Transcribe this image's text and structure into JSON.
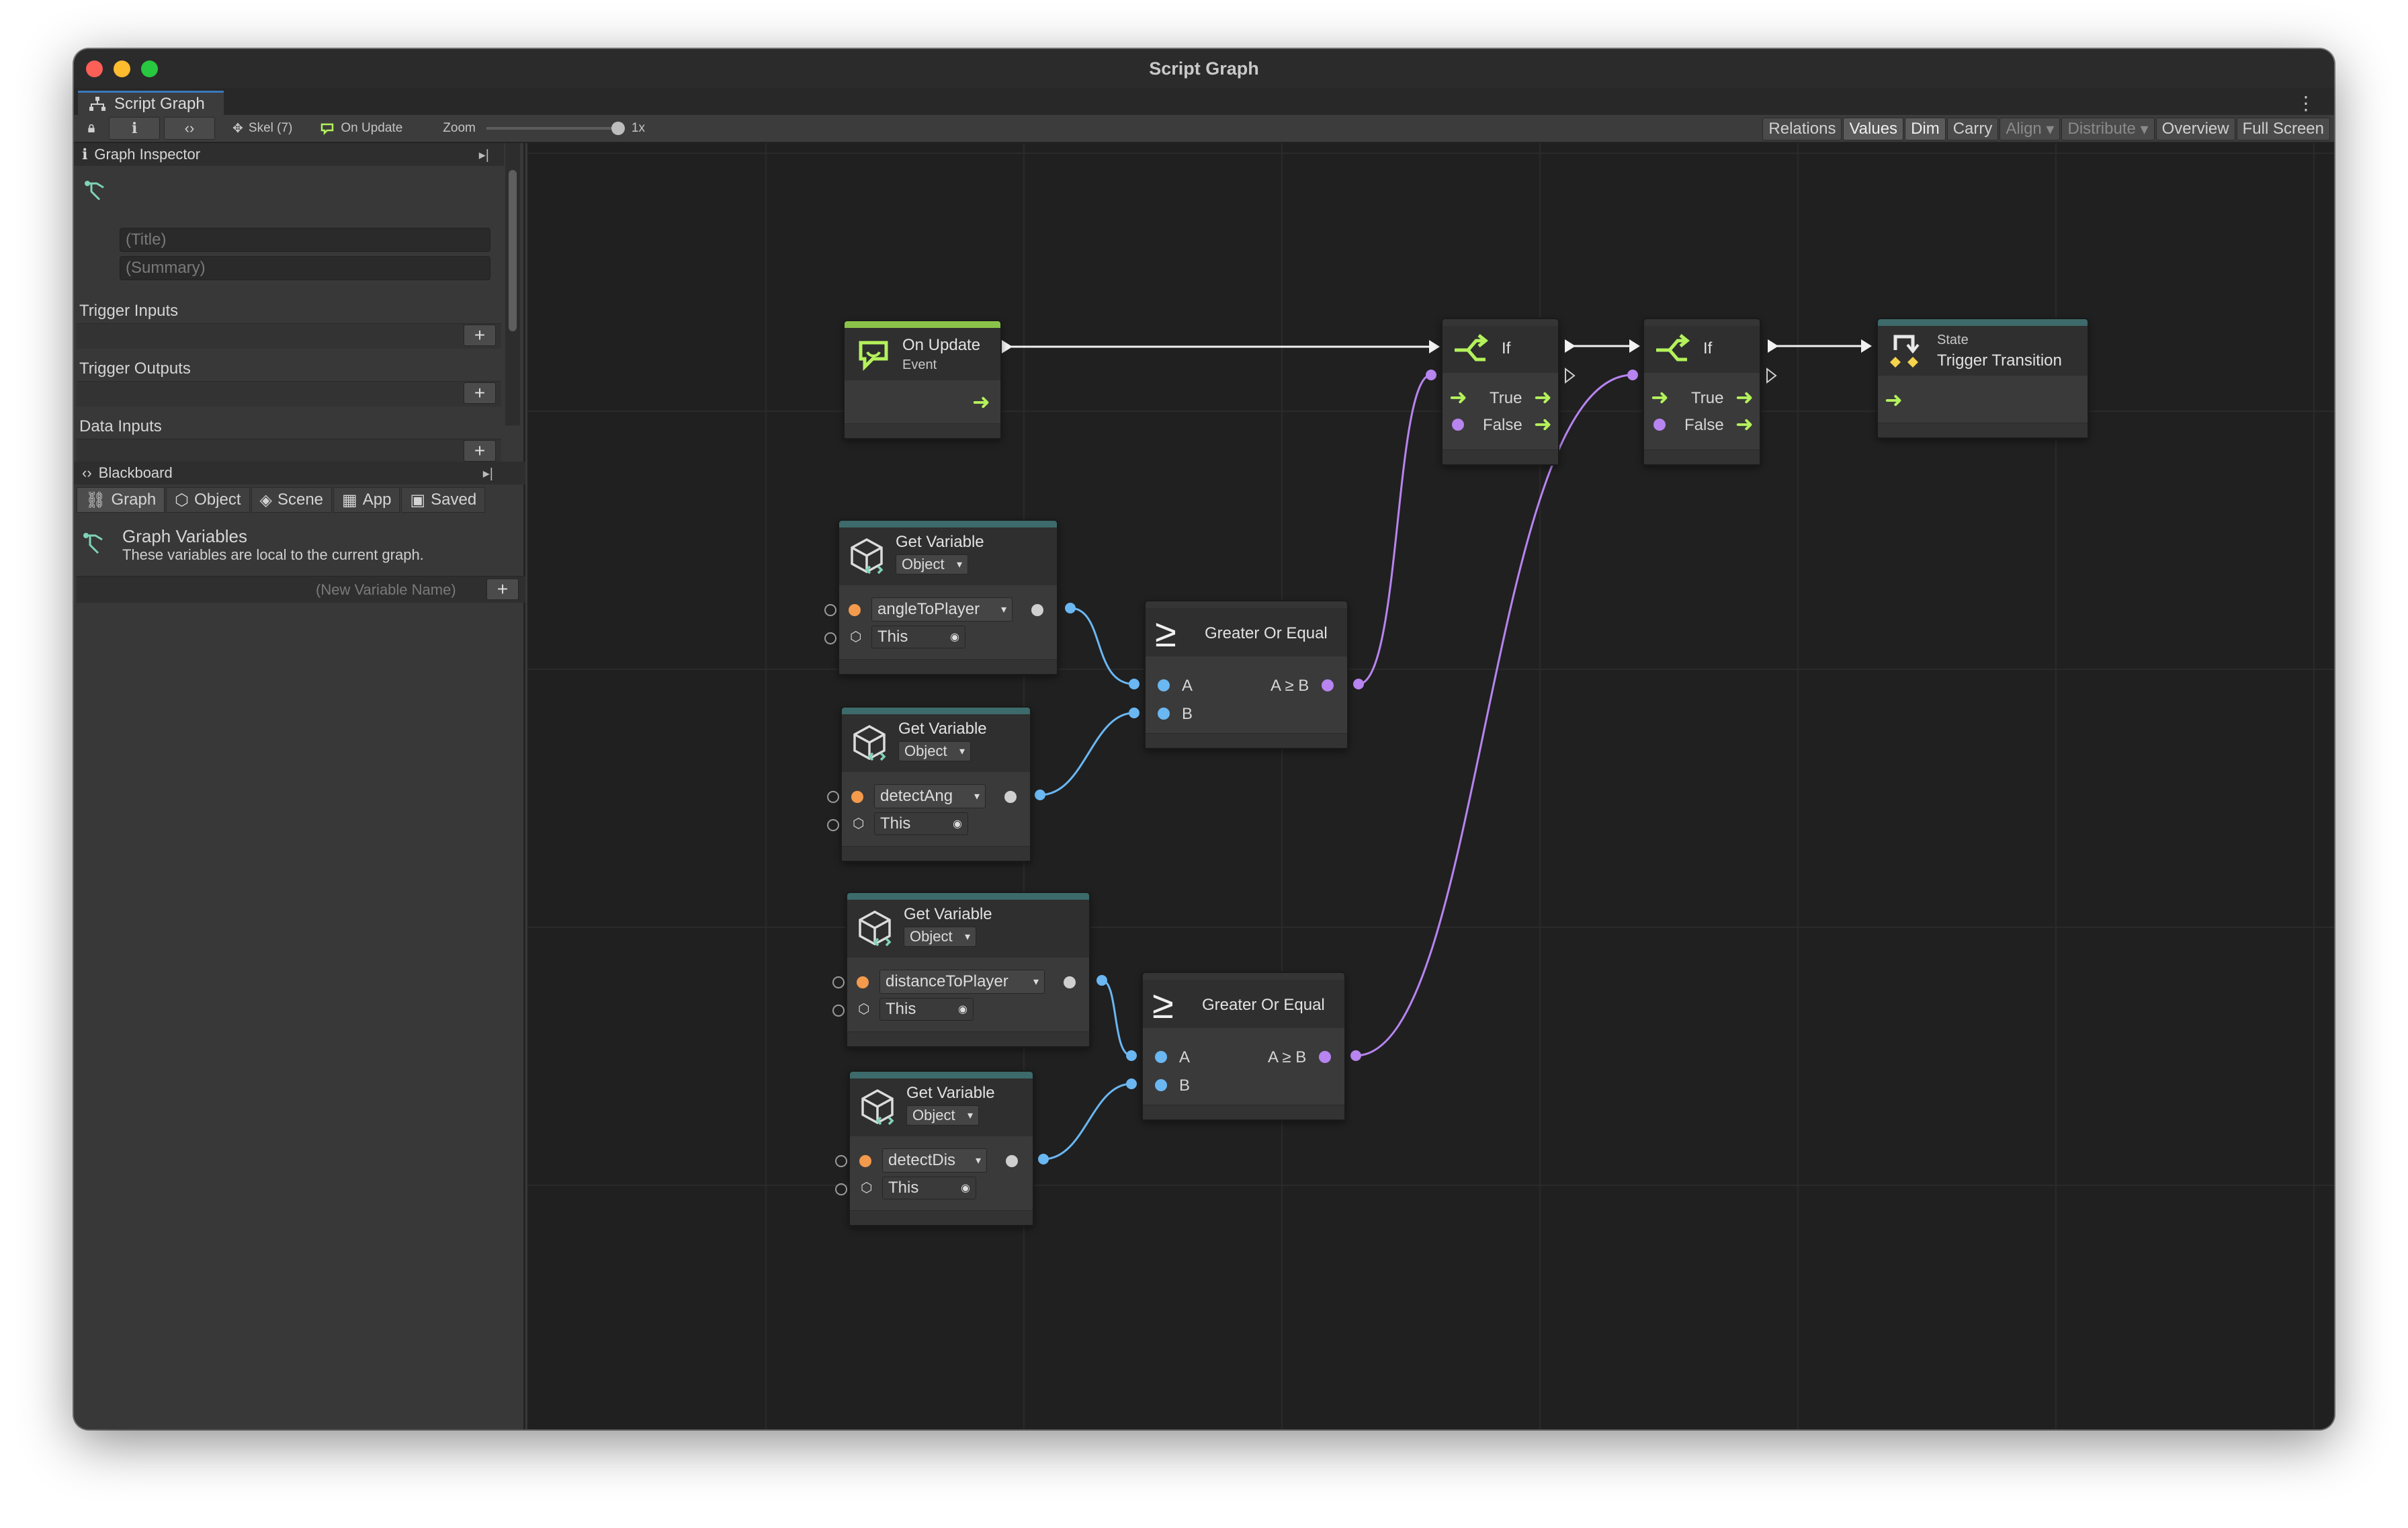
{
  "window": {
    "title": "Script Graph"
  },
  "tab": {
    "label": "Script Graph"
  },
  "toolbar": {
    "skel": "Skel (7)",
    "on_update": "On Update",
    "zoom_label": "Zoom",
    "zoom_value": "1x",
    "zoom_level": 1.0,
    "right": {
      "relations": "Relations",
      "values": "Values",
      "dim": "Dim",
      "carry": "Carry",
      "align": "Align",
      "distribute": "Distribute",
      "overview": "Overview",
      "fullscreen": "Full Screen"
    }
  },
  "inspector": {
    "header": "Graph Inspector",
    "title_placeholder": "(Title)",
    "summary_placeholder": "(Summary)",
    "trigger_inputs": "Trigger Inputs",
    "trigger_outputs": "Trigger Outputs",
    "data_inputs": "Data Inputs"
  },
  "blackboard": {
    "header": "Blackboard",
    "tabs": [
      "Graph",
      "Object",
      "Scene",
      "App",
      "Saved"
    ],
    "heading": "Graph Variables",
    "description": "These variables are local to the current graph.",
    "new_var_placeholder": "(New Variable Name)"
  },
  "nodes": {
    "on_update": {
      "title": "On Update",
      "subtitle": "Event"
    },
    "if1": {
      "title": "If",
      "true": "True",
      "false": "False"
    },
    "if2": {
      "title": "If",
      "true": "True",
      "false": "False"
    },
    "state": {
      "subtitle": "State",
      "title": "Trigger Transition"
    },
    "gv1": {
      "title": "Get Variable",
      "kind": "Object",
      "name": "angleToPlayer",
      "target": "This"
    },
    "gv2": {
      "title": "Get Variable",
      "kind": "Object",
      "name": "detectAng",
      "target": "This"
    },
    "gv3": {
      "title": "Get Variable",
      "kind": "Object",
      "name": "distanceToPlayer",
      "target": "This"
    },
    "gv4": {
      "title": "Get Variable",
      "kind": "Object",
      "name": "detectDis",
      "target": "This"
    },
    "ge1": {
      "title": "Greater Or Equal",
      "a": "A",
      "b": "B",
      "out": "A ≥ B"
    },
    "ge2": {
      "title": "Greater Or Equal",
      "a": "A",
      "b": "B",
      "out": "A ≥ B"
    }
  },
  "colors": {
    "flow": "#b4f25c",
    "float_port": "#6ab7f2",
    "bool_port": "#b784f0",
    "string_port": "#f39a4c",
    "event_bar": "#8bc34a",
    "unit_bar": "#3d6a6a"
  }
}
